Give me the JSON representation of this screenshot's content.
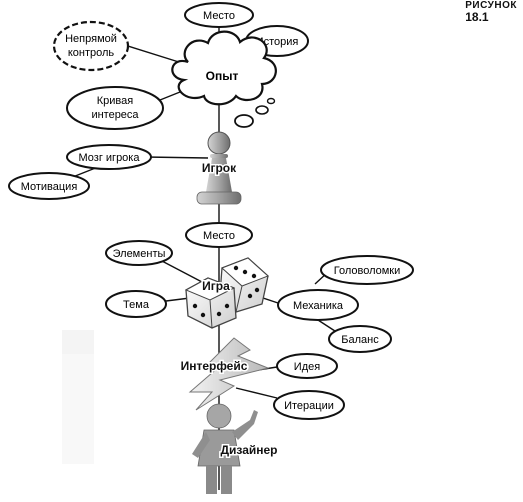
{
  "figure": {
    "label": "РИСУНОК",
    "number": "18.1"
  },
  "nodes": {
    "mesto_top": "Место",
    "istoriya": "История",
    "nepryamoy_line1": "Непрямой",
    "nepryamoy_line2": "контроль",
    "opyt": "Опыт",
    "krivaya_line1": "Кривая",
    "krivaya_line2": "интереса",
    "mozg": "Мозг игрока",
    "motivatsiya": "Мотивация",
    "igrok": "Игрок",
    "mesto_mid": "Место",
    "elementy": "Элементы",
    "igra": "Игра",
    "golovolomki": "Головоломки",
    "tema": "Тема",
    "mekhanika": "Механика",
    "balans": "Баланс",
    "interfeys": "Интерфейс",
    "ideya": "Идея",
    "iteratsii": "Итерации",
    "dizayner": "Дизайнер"
  },
  "colors": {
    "ink": "#111111",
    "node_fill": "#ffffff",
    "figure_gray": "#a9a9a9",
    "figure_dark": "#6e6e6e"
  }
}
